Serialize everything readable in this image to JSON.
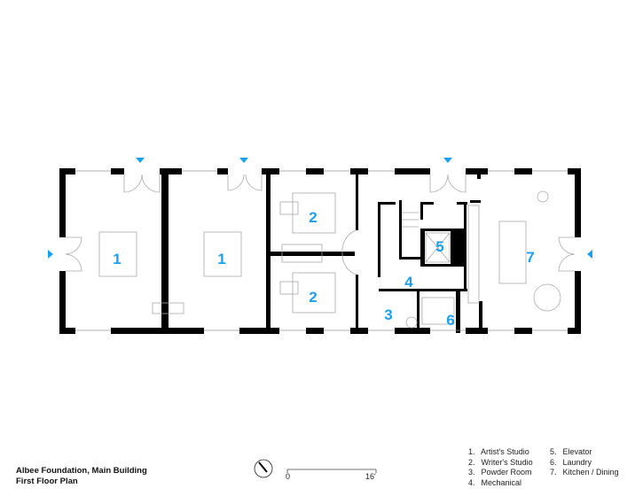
{
  "title": {
    "line1": "Albee Foundation, Main Building",
    "line2": "First Floor Plan"
  },
  "scale": {
    "start": "0",
    "end": "16'"
  },
  "room_labels": {
    "r1a": "1",
    "r1b": "1",
    "r2a": "2",
    "r2b": "2",
    "r3": "3",
    "r4": "4",
    "r5": "5",
    "r6": "6",
    "r7": "7"
  },
  "legend": [
    {
      "num": "1.",
      "label": "Artist's Studio"
    },
    {
      "num": "2.",
      "label": "Writer's Studio"
    },
    {
      "num": "3.",
      "label": "Powder Room"
    },
    {
      "num": "4.",
      "label": "Mechanical"
    },
    {
      "num": "5.",
      "label": "Elevator"
    },
    {
      "num": "6.",
      "label": "Laundry"
    },
    {
      "num": "7.",
      "label": "Kitchen / Dining"
    }
  ],
  "colors": {
    "label": "#1aa0ee",
    "wall": "#000000"
  }
}
